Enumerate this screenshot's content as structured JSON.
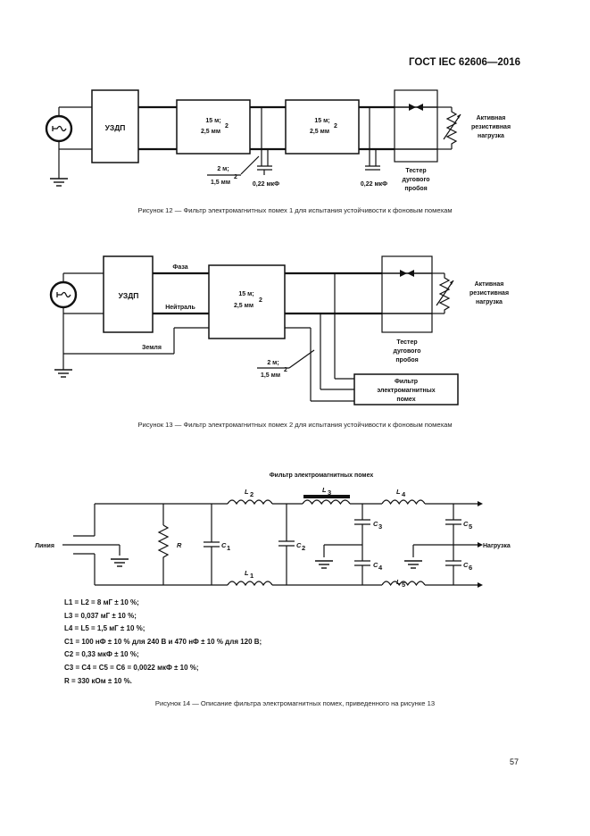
{
  "header": {
    "standard": "ГОСТ IEC 62606—2016"
  },
  "fig12": {
    "uzdp": "УЗДП",
    "cable1_len": "15 м;",
    "cable1_sec": "2,5 мм",
    "cable2_len": "15 м;",
    "cable2_sec": "2,5 мм",
    "link_len": "2 м;",
    "link_sec": "1,5 мм",
    "cap1": "0,22 мкФ",
    "cap2": "0,22 мкФ",
    "load_l1": "Активная",
    "load_l2": "резистивная",
    "load_l3": "нагрузка",
    "tester_l1": "Тестер",
    "tester_l2": "дугового",
    "tester_l3": "пробоя",
    "caption": "Рисунок 12 — Фильтр электромагнитных помех 1 для испытания устойчивости к фоновым помехам"
  },
  "fig13": {
    "uzdp": "УЗДП",
    "phase": "Фаза",
    "neutral": "Нейтраль",
    "earth": "Земля",
    "cable_len": "15 м;",
    "cable_sec": "2,5 мм",
    "link_len": "2 м;",
    "link_sec": "1,5 мм",
    "load_l1": "Активная",
    "load_l2": "резистивная",
    "load_l3": "нагрузка",
    "tester_l1": "Тестер",
    "tester_l2": "дугового",
    "tester_l3": "пробоя",
    "filter_l1": "Фильтр",
    "filter_l2": "электромагнитных",
    "filter_l3": "помех",
    "caption": "Рисунок 13 — Фильтр электромагнитных помех 2 для испытания устойчивости к фоновым помехам"
  },
  "fig14": {
    "title": "Фильтр электромагнитных помех",
    "line": "Линия",
    "load": "Нагрузка",
    "R": "R",
    "L1": "L",
    "L1s": "1",
    "L2": "L",
    "L2s": "2",
    "L3": "L",
    "L3s": "3",
    "L4": "L",
    "L4s": "4",
    "L5": "L",
    "L5s": "5",
    "C1": "C",
    "C1s": "1",
    "C2": "C",
    "C2s": "2",
    "C3": "C",
    "C3s": "3",
    "C4": "C",
    "C4s": "4",
    "C5": "C",
    "C5s": "5",
    "C6": "C",
    "C6s": "6",
    "legend": [
      "L1 = L2 = 8 мГ ± 10 %;",
      "L3 = 0,037 мГ ± 10 %;",
      "L4 = L5 = 1,5 мГ ± 10 %;",
      "C1 = 100 нФ ± 10 % для 240 В и 470 нФ ± 10 % для 120 В;",
      "C2 = 0,33 мкФ ± 10 %;",
      "C3 = C4 = C5 = C6 = 0,0022 мкФ ± 10 %;",
      "R = 330 кОм ± 10 %."
    ],
    "caption": "Рисунок 14 — Описание фильтра электромагнитных помех, приведенного на рисунке 13"
  },
  "footer": {
    "page": "57"
  }
}
